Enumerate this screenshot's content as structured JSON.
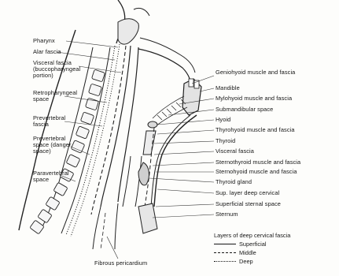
{
  "figure": {
    "left_labels": [
      "Pharynx",
      "Alar fascia",
      "Visceral fascia (buccopharyngeal portion)",
      "Retropharyngeal space",
      "Prevertebral fascia",
      "Prevertebral space (danger space)",
      "Paravertebral space"
    ],
    "right_labels": [
      "Geniohyoid muscle and fascia",
      "Mandible",
      "Mylohyoid muscle and fascia",
      "Submandibular space",
      "Hyoid",
      "Thyrohyoid muscle and fascia",
      "Thyroid",
      "Visceral fascia",
      "Sternothyroid muscle and fascia",
      "Sternohyoid muscle and fascia",
      "Thyroid gland",
      "Sup. layer deep cervical",
      "Superficial sternal space",
      "Sternum"
    ],
    "bottom_label": "Fibrous pericardium"
  },
  "legend": {
    "title": "Layers of deep cervical fascia",
    "items": [
      {
        "label": "Superficial",
        "style": "solid"
      },
      {
        "label": "Middle",
        "style": "dashed"
      },
      {
        "label": "Deep",
        "style": "dotted"
      }
    ]
  },
  "colors": {
    "ink": "#161616",
    "paper": "#fdfdfb",
    "shade": "#cfcfcf"
  }
}
